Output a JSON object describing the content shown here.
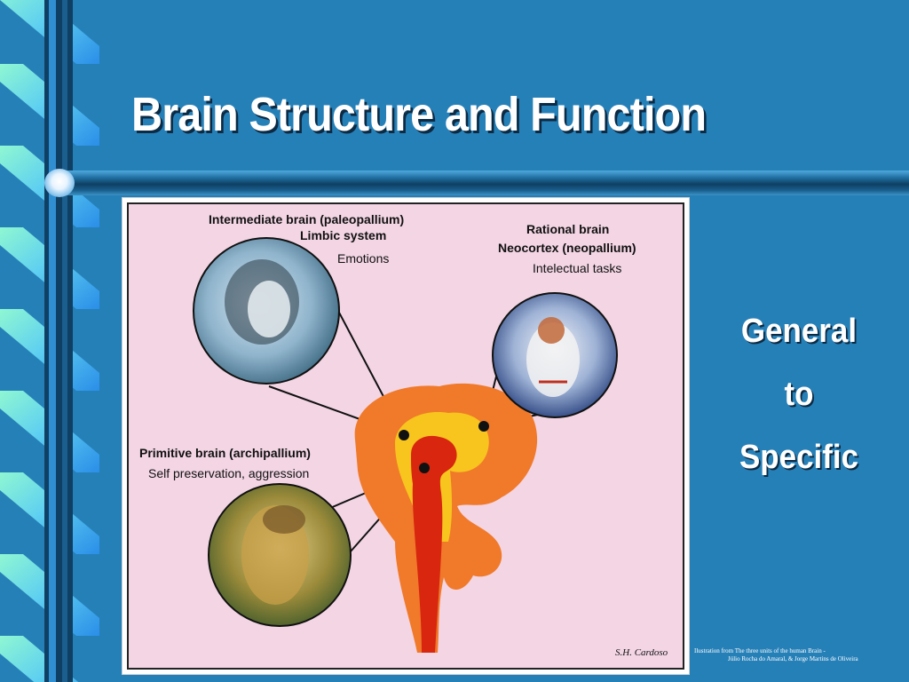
{
  "slide": {
    "title": "Brain Structure and Function",
    "side_text": [
      "General",
      "to",
      "Specific"
    ],
    "credit": {
      "line1": "Ilustration from The three units of the human Brain -",
      "line2": "Júlio Rocha do Amaral, & Jorge Martins de Oliveira"
    }
  },
  "figure": {
    "intermediate": {
      "title": "Intermediate brain (paleopallium)",
      "subtitle": "Limbic system",
      "function": "Emotions"
    },
    "rational": {
      "title": "Rational brain",
      "subtitle": "Neocortex (neopallium)",
      "function": "Intelectual tasks"
    },
    "primitive": {
      "title": "Primitive brain (archipallium)",
      "function": "Self preservation, aggression"
    },
    "signature": "S.H. Cardoso"
  },
  "colors": {
    "background": "#2680b8",
    "figure_background": "#f3d5e4",
    "neocortex": "#f07a2a",
    "limbic": "#f7c51e",
    "brainstem": "#d8260f"
  }
}
